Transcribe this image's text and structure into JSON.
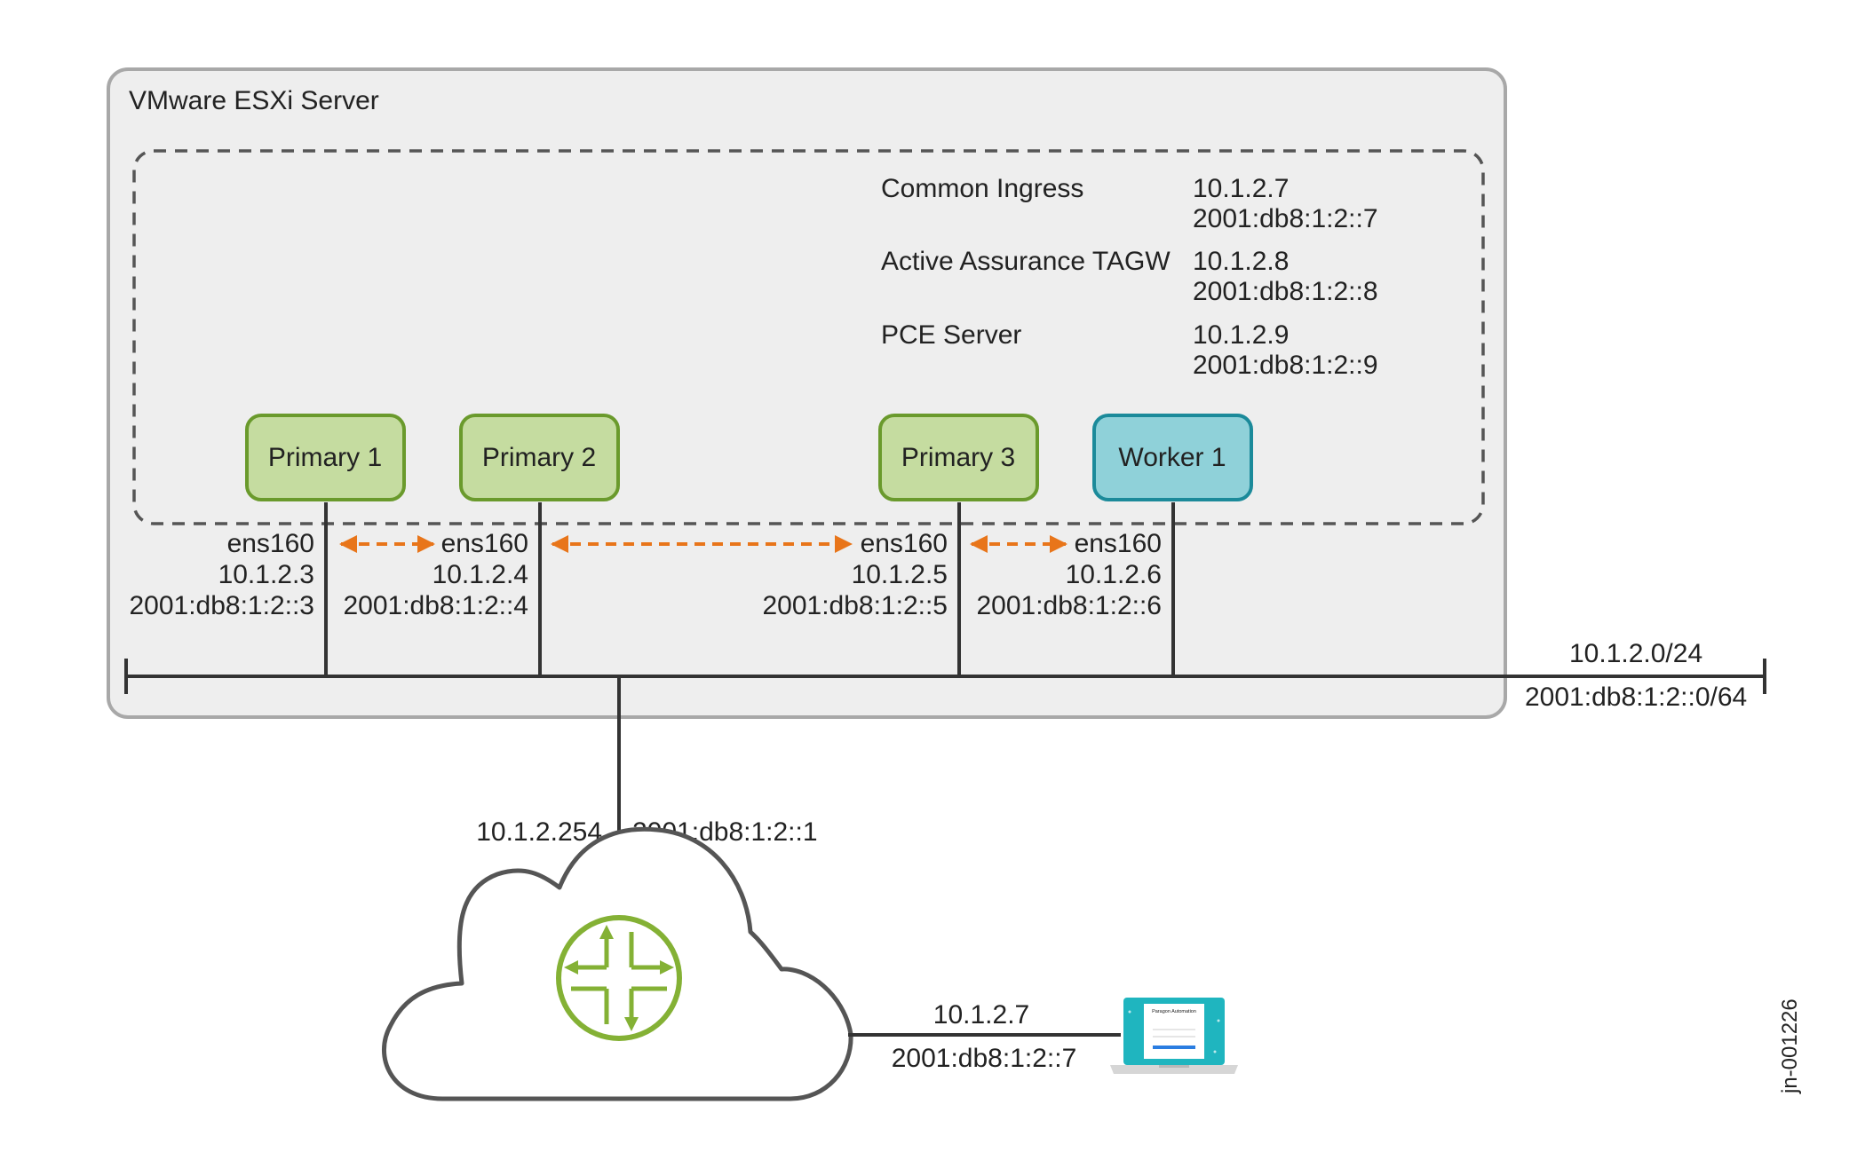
{
  "server": {
    "title": "VMware ESXi Server"
  },
  "services": [
    {
      "name": "Common Ingress",
      "ipv4": "10.1.2.7",
      "ipv6": "2001:db8:1:2::7"
    },
    {
      "name": "Active Assurance TAGW",
      "ipv4": "10.1.2.8",
      "ipv6": "2001:db8:1:2::8"
    },
    {
      "name": "PCE Server",
      "ipv4": "10.1.2.9",
      "ipv6": "2001:db8:1:2::9"
    }
  ],
  "nodes": [
    {
      "name": "Primary 1",
      "iface": "ens160",
      "ipv4": "10.1.2.3",
      "ipv6": "2001:db8:1:2::3",
      "role": "primary"
    },
    {
      "name": "Primary 2",
      "iface": "ens160",
      "ipv4": "10.1.2.4",
      "ipv6": "2001:db8:1:2::4",
      "role": "primary"
    },
    {
      "name": "Primary 3",
      "iface": "ens160",
      "ipv4": "10.1.2.5",
      "ipv6": "2001:db8:1:2::5",
      "role": "primary"
    },
    {
      "name": "Worker 1",
      "iface": "ens160",
      "ipv4": "10.1.2.6",
      "ipv6": "2001:db8:1:2::6",
      "role": "worker"
    }
  ],
  "subnet": {
    "ipv4": "10.1.2.0/24",
    "ipv6": "2001:db8:1:2::0/64"
  },
  "gateway": {
    "ipv4": "10.1.2.254",
    "ipv6": "2001:db8:1:2::1"
  },
  "client": {
    "ipv4": "10.1.2.7",
    "ipv6": "2001:db8:1:2::7",
    "screen_title": "Paragon Automation"
  },
  "figure_id": "jn-001226",
  "colors": {
    "primary_fill": "#c5dca0",
    "primary_stroke": "#6a9a2c",
    "worker_fill": "#8fd1d9",
    "worker_stroke": "#1b8a9a",
    "arrow": "#e8751a",
    "router": "#84b135",
    "laptop": "#1fb5bf",
    "server_bg": "#eeeeee",
    "server_border": "#a8a8a8"
  }
}
